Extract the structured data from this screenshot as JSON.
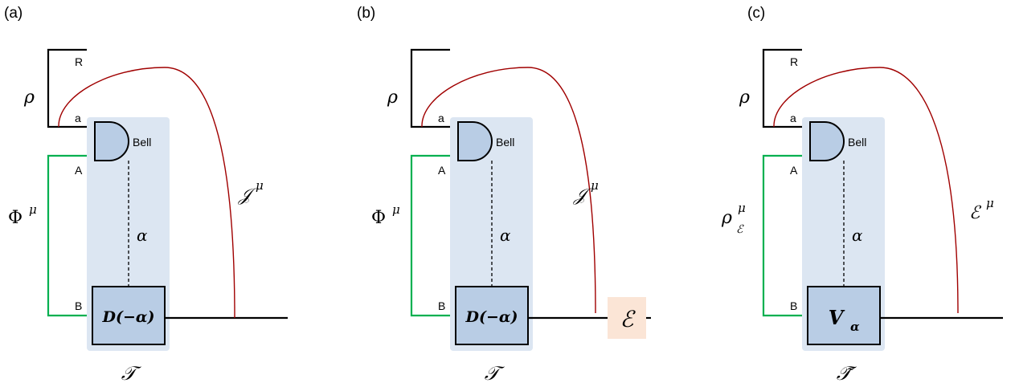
{
  "colors": {
    "shaded_region": "#dce6f2",
    "component_fill": "#b9cde5",
    "green_wire": "#00b050",
    "red_arc": "#a00000",
    "channel_box": "#fbe5d6"
  },
  "panels": [
    {
      "label": "(a)",
      "wires": {
        "top": "R",
        "mid_top": "a",
        "mid_a": "A",
        "bottom": "B"
      },
      "rho": "ρ",
      "left_state_base": "Φ",
      "left_state_sup": "μ",
      "bell": "Bell",
      "alpha": "α",
      "box": "D(−α)",
      "arc_base": "𝒥",
      "arc_sup": "μ",
      "bottom_label": "𝒯",
      "has_channel": false
    },
    {
      "label": "(b)",
      "wires": {
        "top": "",
        "mid_top": "a",
        "mid_a": "A",
        "bottom": "B"
      },
      "rho": "ρ",
      "left_state_base": "Φ",
      "left_state_sup": "μ",
      "bell": "Bell",
      "alpha": "α",
      "box": "D(−α)",
      "arc_base": "𝒥",
      "arc_sup": "μ",
      "bottom_label": "𝒯",
      "has_channel": true,
      "channel": "ℰ"
    },
    {
      "label": "(c)",
      "wires": {
        "top": "R",
        "mid_top": "a",
        "mid_a": "A",
        "bottom": "B"
      },
      "rho": "ρ",
      "left_state_base": "ρ",
      "left_state_sup": "μ",
      "left_state_sub": "ℰ",
      "bell": "Bell",
      "alpha": "α",
      "box_base": "V",
      "box_sub": "α",
      "arc_base": "ℰ",
      "arc_sup": "μ",
      "bottom_label": "𝒯̃",
      "has_channel": false
    }
  ]
}
